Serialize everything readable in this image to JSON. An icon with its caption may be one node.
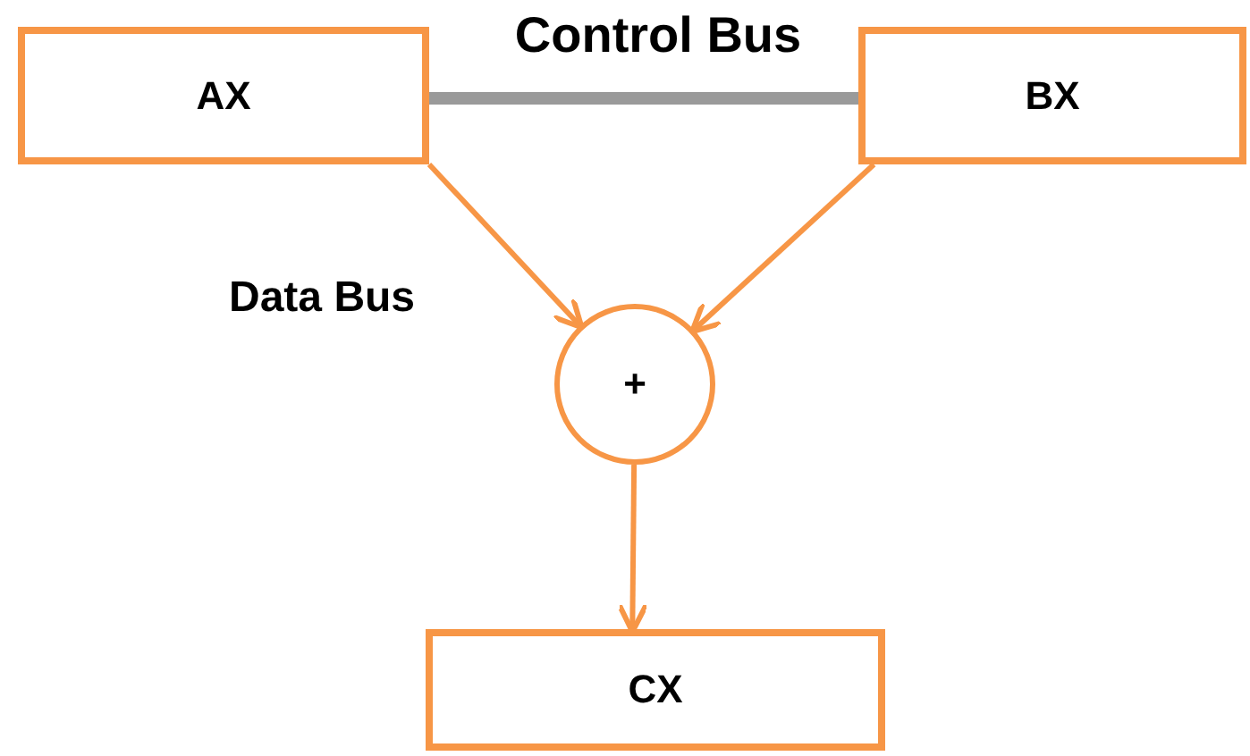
{
  "diagram": {
    "nodes": [
      {
        "text": [
          "AX"
        ]
      },
      {
        "text": [
          "BX"
        ]
      },
      {
        "text": [
          "+"
        ]
      },
      {
        "text": [
          "CX"
        ]
      }
    ],
    "edges": [
      {
        "from": 0,
        "to": 1,
        "arrow": "none",
        "label": "Control Bus",
        "style": "thick",
        "color": "#9a9a9a"
      },
      {
        "from": 0,
        "to": 2,
        "arrow": "to"
      },
      {
        "from": 1,
        "to": 2,
        "arrow": "to"
      },
      {
        "from": 2,
        "to": 3,
        "arrow": "to"
      }
    ],
    "labels": [
      "Data Bus"
    ]
  }
}
